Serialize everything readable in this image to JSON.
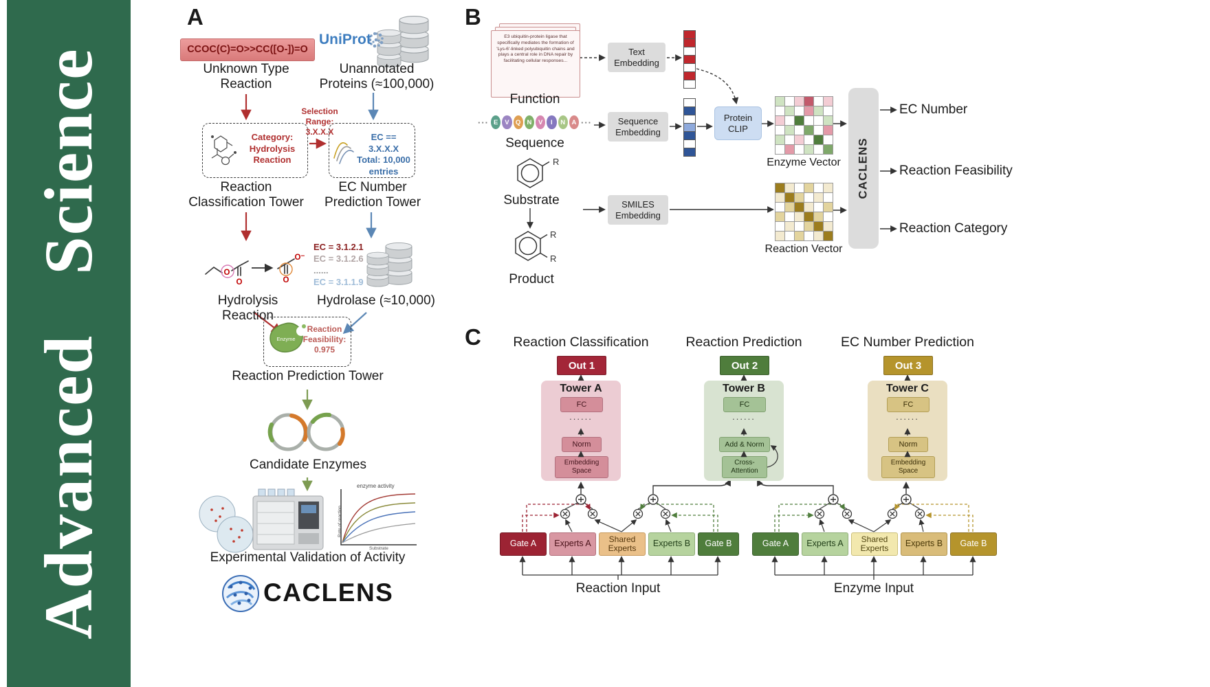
{
  "journal": {
    "title": "Advanced Science",
    "banner_color": "#2f6a4d"
  },
  "panel_a": {
    "label": "A",
    "smiles": "CCOC(C)=O>>CC([O-])=O",
    "unknown_type": "Unknown Type\nReaction",
    "uniprot": "UniProt",
    "unannotated": "Unannotated\nProteins (≈100,000)",
    "selection_range": "Selection\nRange:\n3.X.X.X",
    "category": "Category:\nHydrolysis\nReaction",
    "ec_range": "EC == 3.X.X.X\nTotal: 10,000\nentries",
    "classification_tower": "Reaction\nClassification Tower",
    "ec_tower": "EC Number\nPrediction Tower",
    "hydrolysis": "Hydrolysis Reaction",
    "ec_list": [
      "EC = 3.1.2.1",
      "EC = 3.1.2.6",
      "......",
      "EC = 3.1.1.9"
    ],
    "hydrolase": "Hydrolase (≈10,000)",
    "enzyme": "Enzyme",
    "feasibility": "Reaction\nFeasibility:\n0.975",
    "prediction_tower": "Reaction Prediction Tower",
    "candidates": "Candidate Enzymes",
    "validation": "Experimental Validation of Activity",
    "logo": "CACLENS",
    "graph_title": "enzyme activity",
    "graph_x": "Substrate",
    "graph_y": "Rate of reaction",
    "o_atom": "O",
    "o_minus": "O⁻"
  },
  "panel_b": {
    "label": "B",
    "function_text": "E3 ubiquitin-protein ligase that specifically mediates the formation of 'Lys-6'-linked polyubiquitin chains and plays a central role in DNA repair by facilitating cellular responses...",
    "function": "Function",
    "text_embedding": "Text\nEmbedding",
    "sequence_dots": "···",
    "sequence_letters": [
      "E",
      "V",
      "Q",
      "N",
      "V",
      "I",
      "N",
      "A"
    ],
    "letter_colors": [
      "#5ba08a",
      "#9b85c2",
      "#df9f52",
      "#7fb069",
      "#d687b0",
      "#8578bf",
      "#a8c686",
      "#d98a8a"
    ],
    "sequence": "Sequence",
    "sequence_embedding": "Sequence\nEmbedding",
    "protein_clip": "Protein\nCLIP",
    "enzyme_vector": "Enzyme Vector",
    "substrate": "Substrate",
    "product": "Product",
    "r_label": "R",
    "smiles_embedding": "SMILES\nEmbedding",
    "reaction_vector": "Reaction Vector",
    "caclens": "CACLENS",
    "outputs": [
      "EC Number",
      "Reaction Feasibility",
      "Reaction Category"
    ],
    "text_vec": [
      "#c0272d",
      "#c0272d",
      "#ffffff",
      "#c0272d",
      "#ffffff",
      "#c0272d",
      "#ffffff"
    ],
    "seq_vec": [
      "#ffffff",
      "#2f5597",
      "#ffffff",
      "#8faadc",
      "#2f5597",
      "#ffffff",
      "#2f5597"
    ],
    "enzyme_matrix": [
      [
        "#cfe3c2",
        "#ffffff",
        "#f3cdd4",
        "#c2596b",
        "#ffffff",
        "#f3cdd4"
      ],
      [
        "#ffffff",
        "#cfe3c2",
        "#ffffff",
        "#e39aa8",
        "#cfe3c2",
        "#ffffff"
      ],
      [
        "#f3cdd4",
        "#ffffff",
        "#4f7d3c",
        "#ffffff",
        "#ffffff",
        "#cfe3c2"
      ],
      [
        "#ffffff",
        "#cfe3c2",
        "#ffffff",
        "#7fa86a",
        "#ffffff",
        "#e39aa8"
      ],
      [
        "#cfe3c2",
        "#ffffff",
        "#f3cdd4",
        "#ffffff",
        "#4f7d3c",
        "#ffffff"
      ],
      [
        "#ffffff",
        "#e39aa8",
        "#ffffff",
        "#cfe3c2",
        "#ffffff",
        "#7fa86a"
      ]
    ],
    "reaction_matrix": [
      [
        "#9c7d1e",
        "#f3ead0",
        "#ffffff",
        "#e3d49e",
        "#ffffff",
        "#f3ead0"
      ],
      [
        "#f3ead0",
        "#9c7d1e",
        "#e3d49e",
        "#ffffff",
        "#f3ead0",
        "#ffffff"
      ],
      [
        "#ffffff",
        "#e3d49e",
        "#9c7d1e",
        "#f3ead0",
        "#ffffff",
        "#e3d49e"
      ],
      [
        "#e3d49e",
        "#ffffff",
        "#f3ead0",
        "#9c7d1e",
        "#e3d49e",
        "#ffffff"
      ],
      [
        "#ffffff",
        "#f3ead0",
        "#ffffff",
        "#e3d49e",
        "#9c7d1e",
        "#f3ead0"
      ],
      [
        "#f3ead0",
        "#ffffff",
        "#e3d49e",
        "#ffffff",
        "#f3ead0",
        "#9c7d1e"
      ]
    ]
  },
  "panel_c": {
    "label": "C",
    "columns": [
      "Reaction Classification",
      "Reaction Prediction",
      "EC Number Prediction"
    ],
    "outs": [
      "Out 1",
      "Out 2",
      "Out 3"
    ],
    "tower_a": {
      "title": "Tower A",
      "fc": "FC",
      "dots": "......",
      "norm": "Norm",
      "bottom": "Embedding\nSpace"
    },
    "tower_b": {
      "title": "Tower B",
      "fc": "FC",
      "dots": "......",
      "norm": "Add & Norm",
      "bottom": "Cross-\nAttention"
    },
    "tower_c": {
      "title": "Tower C",
      "fc": "FC",
      "dots": "......",
      "norm": "Norm",
      "bottom": "Embedding\nSpace"
    },
    "left_group": [
      "Gate A",
      "Experts A",
      "Shared\nExperts",
      "Experts B",
      "Gate B"
    ],
    "right_group": [
      "Gate A",
      "Experts A",
      "Shared\nExperts",
      "Experts B",
      "Gate B"
    ],
    "reaction_input": "Reaction Input",
    "enzyme_input": "Enzyme Input",
    "colors": {
      "out1": "#a32638",
      "out2": "#4f7d3c",
      "out3": "#b5942c"
    }
  }
}
